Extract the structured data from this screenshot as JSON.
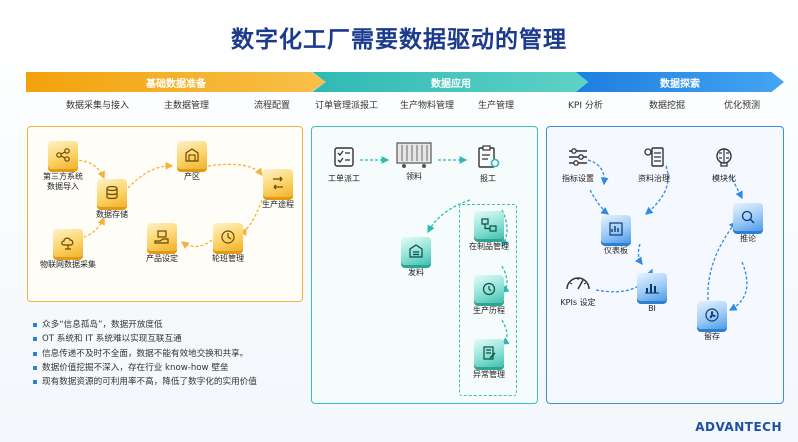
{
  "title": "数字化工厂需要数据驱动的管理",
  "phases": [
    {
      "label": "基础数据准备",
      "color": "#f3a20c"
    },
    {
      "label": "数据应用",
      "color": "#2fb9b4"
    },
    {
      "label": "数据探索",
      "color": "#1d7fe0"
    }
  ],
  "subtitles": {
    "phase1": [
      "数据采集与接入",
      "主数据管理",
      "流程配置"
    ],
    "phase2": [
      "订单管理派报工",
      "生产物料管理",
      "生产管理"
    ],
    "phase3": [
      "KPI 分析",
      "数据挖掘",
      "优化预测"
    ]
  },
  "panel1": {
    "third_party": "第三方系统\n数据导入",
    "storage": "数据存储",
    "iot": "物联网数据采集",
    "area": "产区",
    "product": "产品设定",
    "shift": "轮班管理",
    "route": "生产途程"
  },
  "panel2": {
    "dispatch": "工单派工",
    "picking": "领料",
    "report": "报工",
    "issue": "发料",
    "wip": "在制品管理",
    "history": "生产历程",
    "exception": "异常管理"
  },
  "panel3": {
    "indicator": "指标设置",
    "governance": "资料治理",
    "module": "模块化",
    "dashboard": "仪表板",
    "inference": "推论",
    "kpi": "KPIs 设定",
    "bi": "BI",
    "retention": "留存"
  },
  "bullets": [
    "众多“信息孤岛”，数据开放度低",
    "OT 系统和 IT 系统难以实现互联互通",
    "信息传递不及时不全面，数据不能有效地交换和共享。",
    "数据价值挖掘不深入，存在行业 know-how 壁垒",
    "现有数据资源的可利用率不高，降低了数字化的实用价值"
  ],
  "logo": "ADVANTECH",
  "colors": {
    "orange": "#f3a20c",
    "teal": "#2fb9b4",
    "blue": "#1d7fe0",
    "title": "#1b3a8c"
  }
}
